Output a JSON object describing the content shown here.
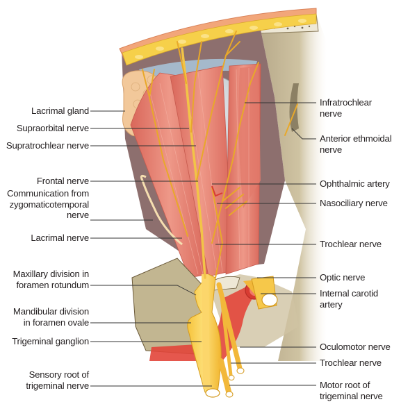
{
  "figure": {
    "title": "Orbit – superior view: nerves of the orbit and trigeminal ganglion",
    "colors": {
      "muscle": "#e88a7a",
      "muscle_dark": "#cf5f52",
      "nerve": "#f2b83a",
      "nerve_light": "#fcd66b",
      "fat": "#f6d04a",
      "bone": "#c9bd9b",
      "periorbita": "#8a6f6d",
      "eyeball": "#dfe3e6",
      "artery": "#e2453a",
      "gland": "#f2c89a",
      "leader": "#333333"
    }
  },
  "labels": {
    "left": [
      {
        "id": "lacrimal-gland",
        "text": "Lacrimal gland"
      },
      {
        "id": "supraorbital-nerve",
        "text": "Supraorbital nerve"
      },
      {
        "id": "supratrochlear-nerve",
        "text": "Supratrochlear nerve"
      },
      {
        "id": "frontal-nerve",
        "text": "Frontal nerve"
      },
      {
        "id": "zygomaticotemporal-communication",
        "text": "Communication from\nzygomaticotemporal\nnerve"
      },
      {
        "id": "lacrimal-nerve",
        "text": "Lacrimal nerve"
      },
      {
        "id": "maxillary-division",
        "text": "Maxillary division in\nforamen rotundum"
      },
      {
        "id": "mandibular-division",
        "text": "Mandibular division\nin foramen ovale"
      },
      {
        "id": "trigeminal-ganglion",
        "text": "Trigeminal ganglion"
      },
      {
        "id": "sensory-root",
        "text": "Sensory root of\ntrigeminal nerve"
      }
    ],
    "right": [
      {
        "id": "infratrochlear-nerve",
        "text": "Infratrochlear\nnerve"
      },
      {
        "id": "anterior-ethmoidal-nerve",
        "text": "Anterior ethmoidal\nnerve"
      },
      {
        "id": "ophthalmic-artery",
        "text": "Ophthalmic artery"
      },
      {
        "id": "nasociliary-nerve",
        "text": "Nasociliary nerve"
      },
      {
        "id": "trochlear-nerve-orbit",
        "text": "Trochlear nerve"
      },
      {
        "id": "optic-nerve",
        "text": "Optic nerve"
      },
      {
        "id": "internal-carotid-artery",
        "text": "Internal carotid\nartery"
      },
      {
        "id": "oculomotor-nerve",
        "text": "Oculomotor nerve"
      },
      {
        "id": "trochlear-nerve-cranial",
        "text": "Trochlear nerve"
      },
      {
        "id": "motor-root",
        "text": "Motor root of\ntrigeminal nerve"
      }
    ]
  }
}
